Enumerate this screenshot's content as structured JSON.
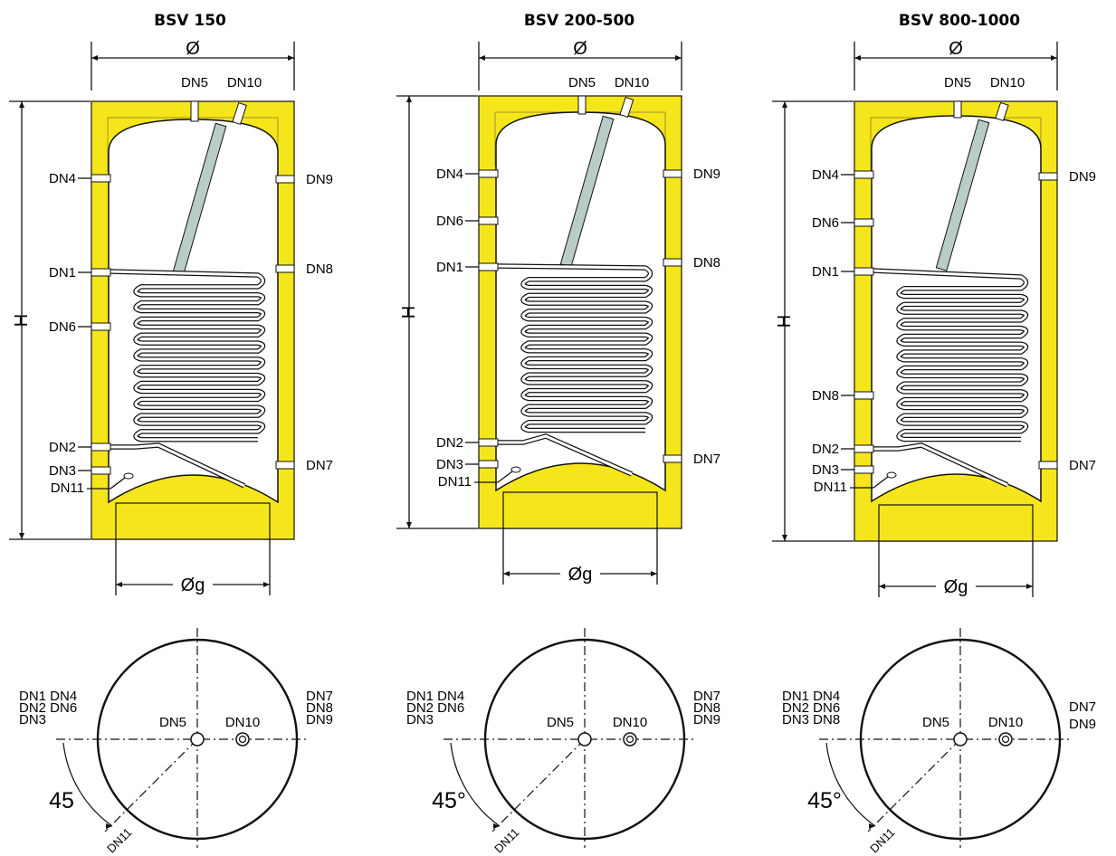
{
  "colors": {
    "insulation": "#F5E61C",
    "tank": "#FFFFFF",
    "anode": "#B9CCC8",
    "line": "#111111"
  },
  "diagrams": [
    {
      "title": "BSV 150",
      "diameter": "Ø",
      "height": "H",
      "foot_diameter": "Øg",
      "top_ports": [
        "DN5",
        "DN10"
      ],
      "left_ports": [
        "DN4",
        "DN1",
        "DN6",
        "DN2",
        "DN3",
        "DN11"
      ],
      "right_ports": [
        "DN9",
        "DN8",
        "DN7"
      ],
      "plan": {
        "left_labels": [
          "DN1 DN4",
          "DN2 DN6",
          "DN3"
        ],
        "right_labels": [
          "DN7",
          "DN8",
          "DN9"
        ],
        "center": "DN5",
        "anode": "DN10",
        "angle": "45",
        "bottom": "DN11"
      }
    },
    {
      "title": "BSV 200-500",
      "diameter": "Ø",
      "height": "H",
      "foot_diameter": "Øg",
      "top_ports": [
        "DN5",
        "DN10"
      ],
      "left_ports": [
        "DN4",
        "DN6",
        "DN1",
        "DN2",
        "DN3",
        "DN11"
      ],
      "right_ports": [
        "DN9",
        "DN8",
        "DN7"
      ],
      "plan": {
        "left_labels": [
          "DN1 DN4",
          "DN2 DN6",
          "DN3"
        ],
        "right_labels": [
          "DN7",
          "DN8",
          "DN9"
        ],
        "center": "DN5",
        "anode": "DN10",
        "angle": "45°",
        "bottom": "DN11"
      }
    },
    {
      "title": "BSV 800-1000",
      "diameter": "Ø",
      "height": "H",
      "foot_diameter": "Øg",
      "top_ports": [
        "DN5",
        "DN10"
      ],
      "left_ports": [
        "DN4",
        "DN6",
        "DN1",
        "DN8",
        "DN2",
        "DN3",
        "DN11"
      ],
      "right_ports": [
        "DN9",
        "DN7"
      ],
      "plan": {
        "left_labels": [
          "DN1 DN4",
          "DN2 DN6",
          "DN3 DN8"
        ],
        "right_labels": [
          "DN7",
          "DN9"
        ],
        "center": "DN5",
        "anode": "DN10",
        "angle": "45°",
        "bottom": "DN11"
      }
    }
  ]
}
